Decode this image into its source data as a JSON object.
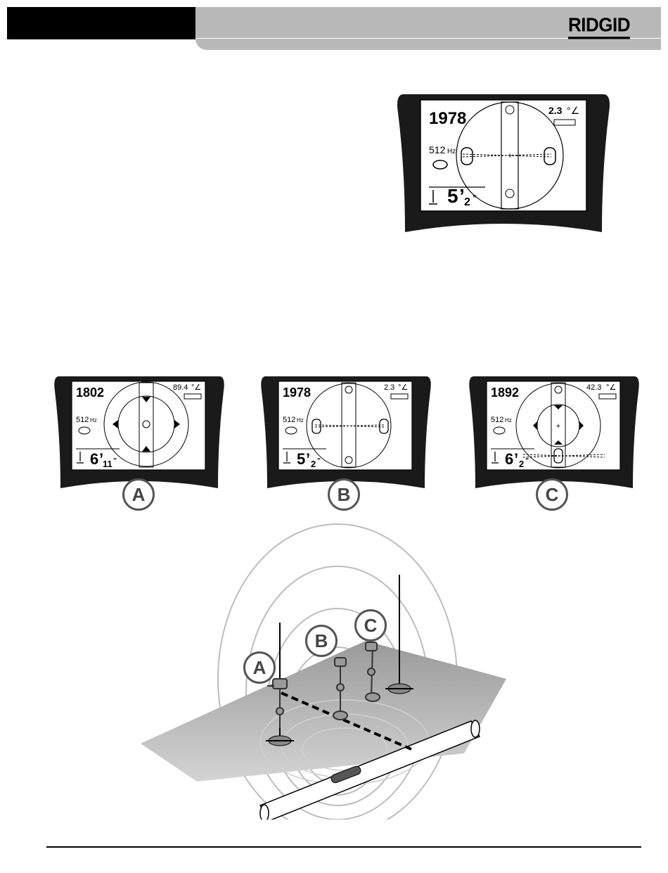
{
  "header": {
    "brand": "RIDGID"
  },
  "main_display": {
    "count": "1978",
    "angle": "2.3",
    "frequency": "512",
    "frequency_unit": "Hz",
    "depth_ft": "5",
    "depth_in": "2"
  },
  "displays": [
    {
      "label": "A",
      "count": "1802",
      "angle": "89.4",
      "frequency": "512",
      "frequency_unit": "Hz",
      "depth_ft": "6",
      "depth_in": "11"
    },
    {
      "label": "B",
      "count": "1978",
      "angle": "2.3",
      "frequency": "512",
      "frequency_unit": "Hz",
      "depth_ft": "5",
      "depth_in": "2"
    },
    {
      "label": "C",
      "count": "1892",
      "angle": "42.3",
      "frequency": "512",
      "frequency_unit": "Hz",
      "depth_ft": "6",
      "depth_in": "2"
    }
  ],
  "diagram": {
    "labels": [
      "A",
      "B",
      "C"
    ]
  }
}
